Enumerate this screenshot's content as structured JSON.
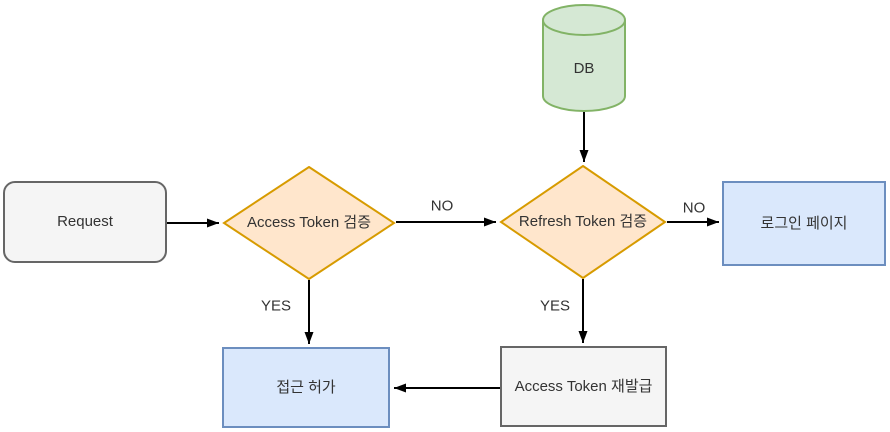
{
  "diagram": {
    "nodes": {
      "request": {
        "label": "Request"
      },
      "access_check": {
        "label": "Access Token 검증"
      },
      "db": {
        "label": "DB"
      },
      "refresh_check": {
        "label": "Refresh Token 검증"
      },
      "login_page": {
        "label": "로그인 페이지"
      },
      "access_grant": {
        "label": "접근 허가"
      },
      "token_reissue": {
        "label": "Access Token 재발급"
      }
    },
    "edge_labels": {
      "access_no": "NO",
      "refresh_no": "NO",
      "access_yes": "YES",
      "refresh_yes": "YES"
    },
    "colors": {
      "decision_fill": "#ffe6cc",
      "decision_border": "#d79b00",
      "db_fill": "#d5e8d4",
      "db_border": "#82b366",
      "page_fill": "#dae8fc",
      "page_border": "#6c8ebf",
      "process_fill": "#f5f5f5",
      "process_border": "#666666",
      "arrow_color": "#000000",
      "text_color": "#333333",
      "canvas_bg": "#ffffff"
    }
  }
}
